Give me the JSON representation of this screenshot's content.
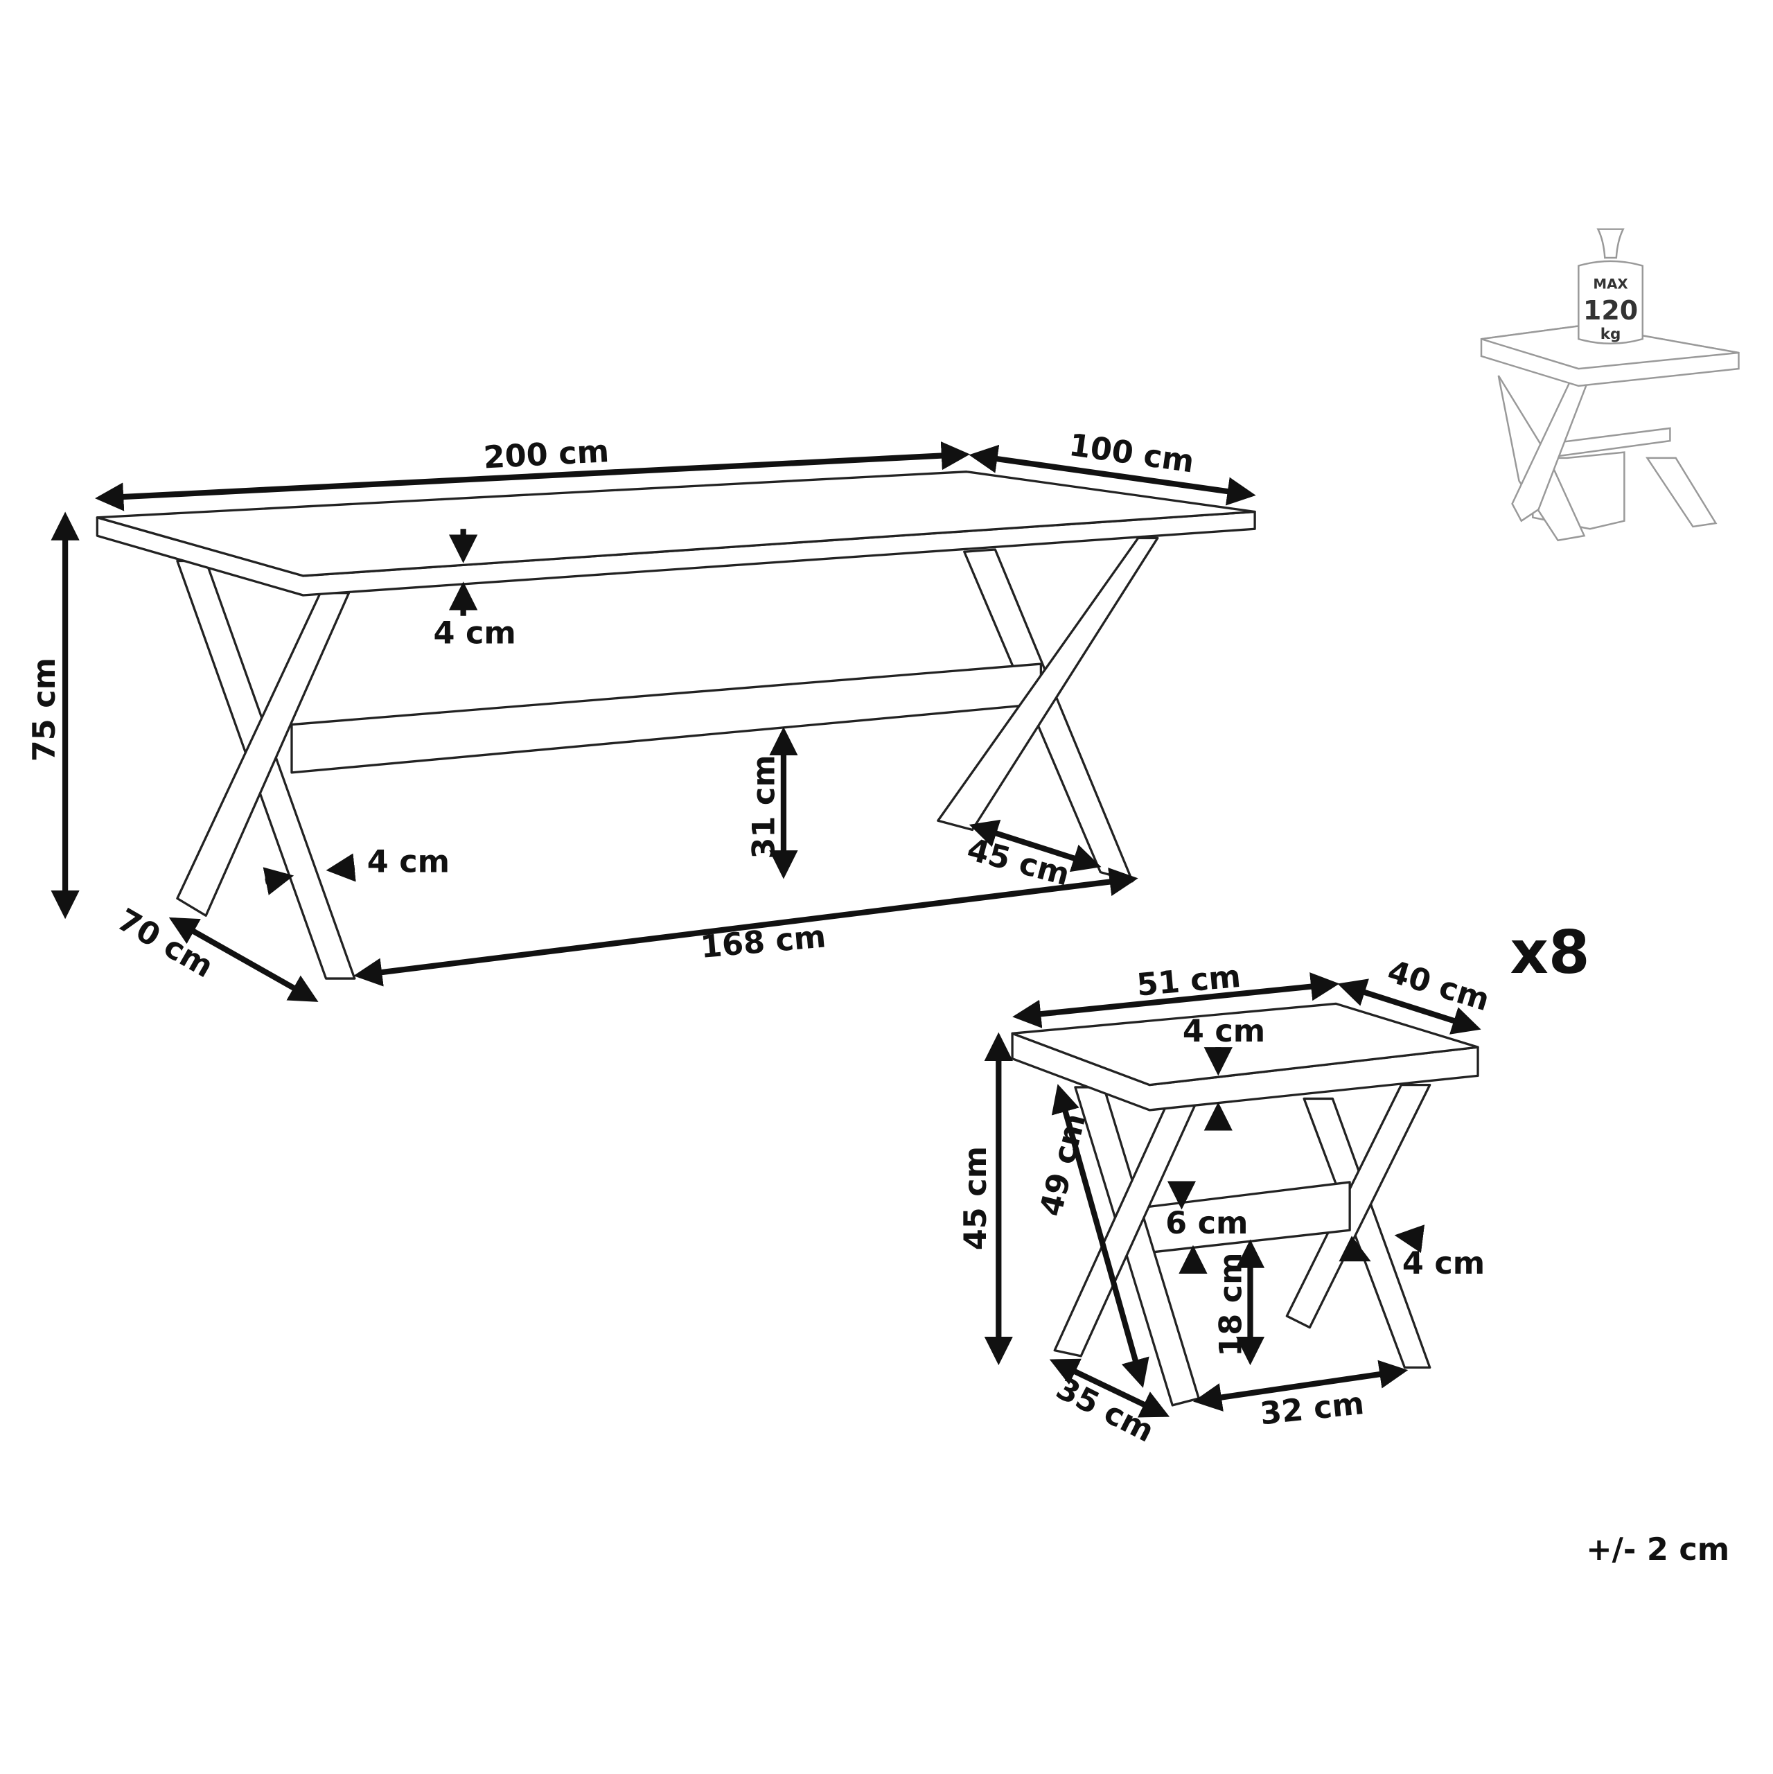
{
  "table": {
    "width": "200 cm",
    "depth": "100 cm",
    "height": "75 cm",
    "top_thickness": "4 cm",
    "stretcher_height": "31 cm",
    "leg_thickness": "4 cm",
    "leg_foot": "45 cm",
    "leg_span": "168 cm",
    "base_depth": "70 cm"
  },
  "stool": {
    "quantity": "x8",
    "width": "51 cm",
    "depth": "40 cm",
    "top_thickness": "4 cm",
    "height": "45 cm",
    "leg_length": "49 cm",
    "stretcher": "6 cm",
    "stretcher_height": "18 cm",
    "leg_thickness": "4 cm",
    "base_depth": "35 cm",
    "leg_span": "32 cm"
  },
  "load_icon": {
    "line1": "MAX",
    "line2": "120",
    "line3": "kg"
  },
  "tolerance": "+/- 2 cm"
}
